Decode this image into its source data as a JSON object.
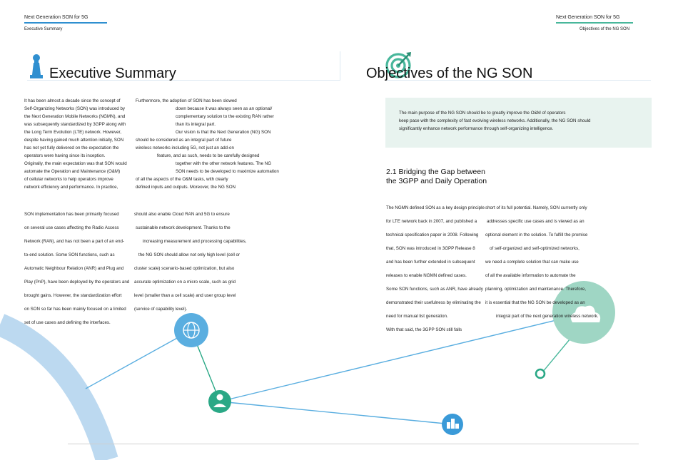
{
  "left_page": {
    "header": "Next Generation SON for 5G",
    "subheader": "Executive Summary",
    "title": "Executive Summary",
    "col1_lines": [
      "It has been almost a decade since the concept of",
      "Self-Organizing Networks (SON) was introduced by",
      "the Next Generation Mobile Networks (NGMN), and",
      "was subsequently standardized by 3GPP along with",
      "the Long Term Evolution (LTE) network. However,",
      "despite having gained much attention initially, SON",
      "has not yet fully delivered on the expectation the",
      "operators were having since its inception.",
      "Originally, the main expectation was that SON would",
      "automate the Operation and Maintenance (O&M)",
      "of cellular networks to help operators improve",
      "network efficiency and performance. In practice,"
    ],
    "col2_lines": [
      "Furthermore, the adoption of SON has been slowed",
      "down because it was always seen as an optional/",
      "complementary solution to the existing RAN rather",
      "than its integral part.",
      "Our vision is that the Next Generation (NG) SON",
      "should be considered as an integral part of future",
      "wireless networks including 5G, not just an add-on",
      "feature, and as such, needs to be carefully designed",
      "together with the other network features. The NG",
      "SON needs to be developed to maximize automation",
      "of all the aspects of the O&M tasks, with clearly",
      "defined inputs and outputs. Moreover, the NG SON"
    ],
    "col1_lower": [
      "SON implementation has been primarily focused",
      "on several use cases affecting the Radio Access",
      "Network (RAN), and has not been a part of an end-",
      "to-end solution. Some SON functions, such as",
      "Automatic Neighbour Relation (ANR) and Plug and",
      "Play (PnP), have been deployed by the operators and",
      "brought gains. However, the standardization effort",
      "on SON so far has been mainly focused on a limited",
      "set of use cases and defining the interfaces."
    ],
    "col2_lower": [
      "should also enable Cloud RAN and 5G to ensure",
      "sustainable network development. Thanks to the",
      "increasing measurement and processing capabilities,",
      "the NG SON should allow not only high level (cell or",
      "cluster scale) scenario-based optimization, but also",
      "accurate optimization on a micro scale, such as grid",
      "level (smaller than a cell scale) and user group level",
      "(service of capability level)."
    ]
  },
  "right_page": {
    "header": "Next Generation SON for 5G",
    "subheader": "Objectives of the NG SON",
    "title": "Objectives of the NG SON",
    "callout_lines": [
      "The main purpose of the NG SON should be to greatly improve the O&M of operators",
      "keep pace with the complexity of fast evolving wireless networks. Additionally, the NG SON should",
      "significantly enhance network performance through self-organizing intelligence."
    ],
    "section_title_lines": [
      "2.1 Bridging the Gap between",
      "the 3GPP and Daily Operation"
    ],
    "col1_lines": [
      "The NGMN defined SON as a key design principle",
      "for LTE network back in 2007, and published a",
      "technical specification paper in 2008. Following",
      "that, SON was introduced in 3GPP Release 8",
      "and has been further extended in subsequent",
      "releases to enable NGMN defined cases.",
      "Some SON functions, such as ANR, have already",
      "demonstrated their usefulness by eliminating the",
      "need for manual list generation.",
      "With that said, the 3GPP SON still falls"
    ],
    "col2_lines": [
      "short of its full potential. Namely, SON currently only",
      "addresses specific use cases and is viewed as an",
      "optional element in the solution. To fulfill the promise",
      "of self-organized and self-optimized networks,",
      "we need a complete solution that can make use",
      "of all the available information to automate the",
      "planning, optimization and maintenance. Therefore,",
      "it is essential that the NG SON be developed as an",
      "integral part of the next generation wireless network."
    ]
  },
  "colors": {
    "accent_blue": "#2f8fd0",
    "accent_green": "#48b79b",
    "node_blue": "#5aaee0",
    "node_teal": "#2aa886",
    "node_light_green": "#9fd6c4",
    "arc_blue": "#bcd9f0",
    "callout_bg": "#e8f3ef"
  },
  "icons": [
    "chess-pawn-icon",
    "target-icon",
    "globe-network-icon",
    "user-icon",
    "city-icon",
    "cloud-icon"
  ]
}
